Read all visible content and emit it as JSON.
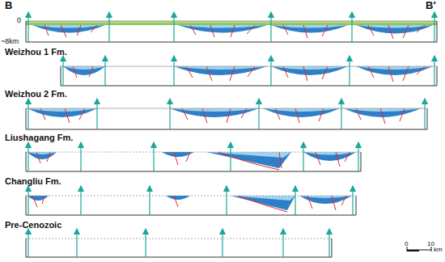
{
  "diagram": {
    "labels": [
      "B",
      "B′",
      "0",
      "~8km",
      "Weizhou 1 Fm.",
      "Weizhou 2 Fm.",
      "Liushagang Fm.",
      "Changliu Fm.",
      "Pre-Cenozoic",
      "0",
      "10",
      "km"
    ]
  }
}
